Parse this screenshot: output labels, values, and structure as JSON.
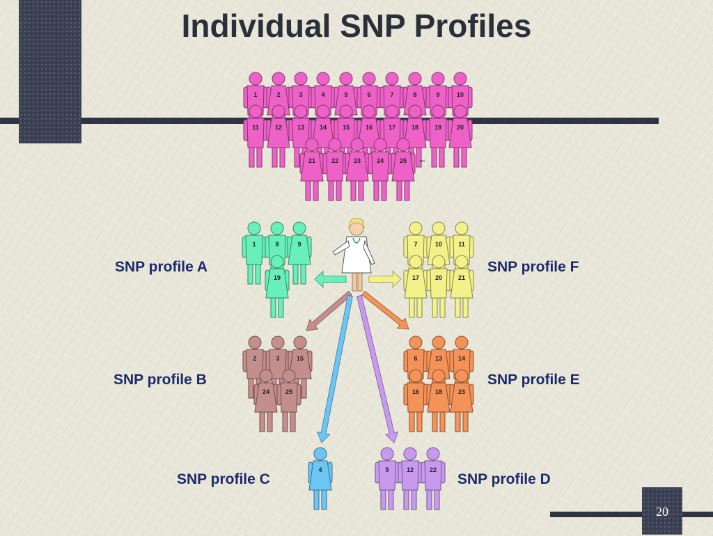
{
  "title": "Individual SNP Profiles",
  "page_number": "20",
  "colors": {
    "population": "#ee62c8",
    "A": "#67f0b9",
    "B": "#c48e8e",
    "C": "#6cc6f4",
    "D": "#c79af0",
    "E": "#f59258",
    "F": "#f3f18a"
  },
  "population": {
    "ids": [
      "1",
      "2",
      "3",
      "4",
      "5",
      "6",
      "7",
      "8",
      "9",
      "10",
      "11",
      "12",
      "13",
      "14",
      "15",
      "16",
      "17",
      "18",
      "19",
      "20",
      "21",
      "22",
      "23",
      "24",
      "25"
    ],
    "ellipsis": "..."
  },
  "profiles": [
    {
      "key": "A",
      "label": "SNP profile A",
      "ids": [
        "1",
        "8",
        "9",
        "19"
      ]
    },
    {
      "key": "B",
      "label": "SNP profile B",
      "ids": [
        "2",
        "3",
        "15",
        "24",
        "25"
      ]
    },
    {
      "key": "C",
      "label": "SNP profile C",
      "ids": [
        "4"
      ]
    },
    {
      "key": "D",
      "label": "SNP profile D",
      "ids": [
        "5",
        "12",
        "22"
      ]
    },
    {
      "key": "E",
      "label": "SNP profile E",
      "ids": [
        "6",
        "13",
        "14",
        "16",
        "18",
        "23"
      ]
    },
    {
      "key": "F",
      "label": "SNP profile F",
      "ids": [
        "7",
        "10",
        "11",
        "17",
        "20",
        "21"
      ]
    }
  ]
}
